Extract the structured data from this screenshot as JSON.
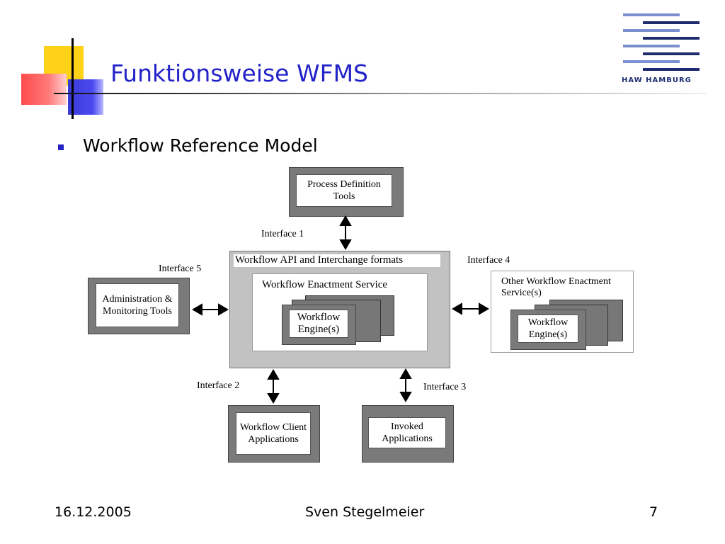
{
  "slide": {
    "title": "Funktionsweise WFMS",
    "bullet": "Workflow Reference Model",
    "logo_text": "HAW HAMBURG",
    "accent_color": "#2323c8"
  },
  "diagram": {
    "process_definition_tools": "Process Definition Tools",
    "interface_1": "Interface 1",
    "interface_2": "Interface 2",
    "interface_3": "Interface 3",
    "interface_4": "Interface 4",
    "interface_5": "Interface 5",
    "api_header": "Workflow API and Interchange formats",
    "enactment_service": "Workflow Enactment Service",
    "workflow_engine": "Workflow Engine(s)",
    "admin_tools": "Administration & Monitoring Tools",
    "other_workflow": "Other Workflow Enactment Service(s)",
    "other_engine": "Workflow Engine(s)",
    "client_apps": "Workflow Client Applications",
    "invoked_apps": "Invoked Applications"
  },
  "footer": {
    "date": "16.12.2005",
    "author": "Sven Stegelmeier",
    "page": "7"
  }
}
